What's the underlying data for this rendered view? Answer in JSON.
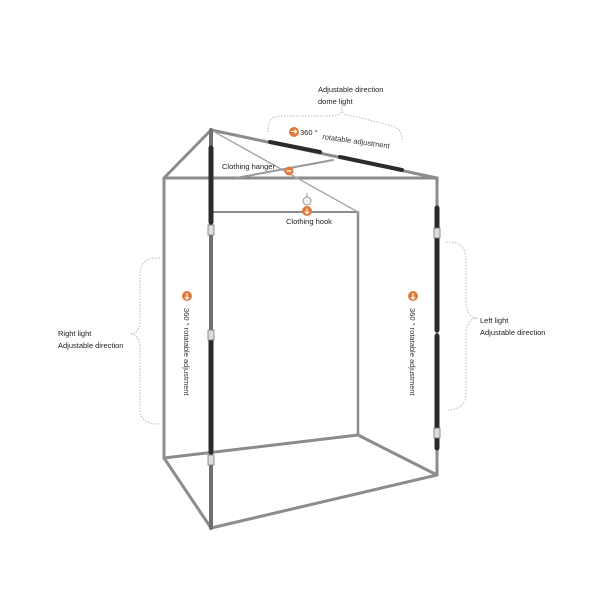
{
  "labels": {
    "dome_title_line1": "Adjustable direction",
    "dome_title_line2": "dome light",
    "dome_rotation_degrees": "360 °",
    "dome_rotation_text": "rotatable adjustment",
    "clothing_hanger": "Clothing hanger",
    "clothing_hook": "Clothing hook",
    "right_light_line1": "Right light",
    "right_light_line2": "Adjustable direction",
    "left_light_line1": "Left light",
    "left_light_line2": "Adjustable direction",
    "right_rotation_text": "360 ° rotatable adjustment",
    "left_rotation_text": "360 ° rotatable adjustment"
  },
  "colors": {
    "accent": "#e07a3c",
    "frame": "#8c8c8c",
    "frame_dark": "#555555",
    "light_bar": "#2b2b2b",
    "bracket": "#b8b8b8"
  },
  "icons": [
    "rotate-arrow-icon",
    "rotate-arrow-icon",
    "rotate-arrow-icon",
    "rotate-arrow-icon",
    "hook-icon"
  ]
}
